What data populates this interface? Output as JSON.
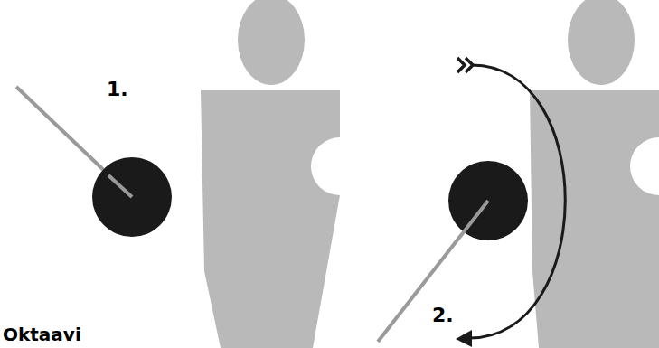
{
  "diagram": {
    "labels": [
      "1.",
      "2.",
      "Oktaavi"
    ]
  }
}
